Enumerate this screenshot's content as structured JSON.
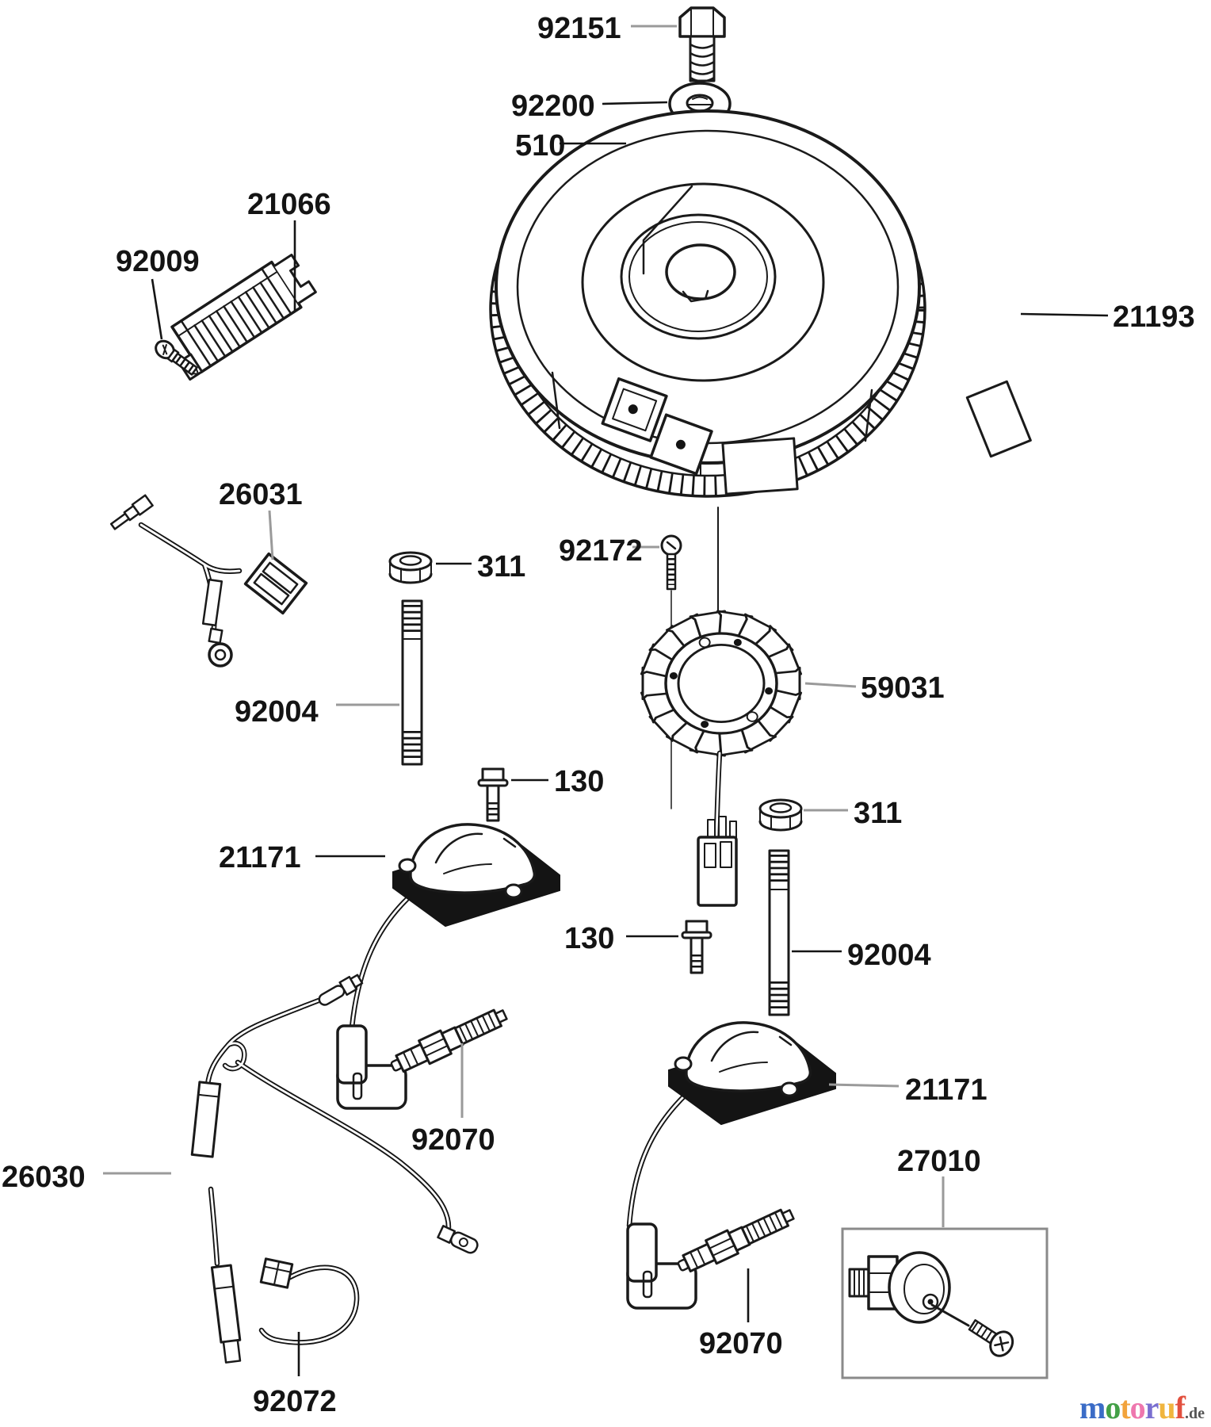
{
  "page": {
    "background": "#ffffff",
    "ink_color": "#1a1a1a",
    "leader_gray": "#9a9a9a",
    "box_border": "#8a8a8a"
  },
  "diagram": {
    "labels": {
      "bolt_92151": "92151",
      "washer_92200": "92200",
      "key_510": "510",
      "flywheel_21193": "21193",
      "screw_92009": "92009",
      "regulator_21066": "21066",
      "lead_26031": "26031",
      "nut_311_left": "311",
      "stud_92004_left": "92004",
      "bolt_130_left": "130",
      "coil_21171_left": "21171",
      "plug_92070_left": "92070",
      "screw_92172": "92172",
      "stator_59031": "59031",
      "nut_311_right": "311",
      "stud_92004_right": "92004",
      "bolt_130_right": "130",
      "coil_21171_right": "21171",
      "plug_92070_right": "92070",
      "harness_26030": "26030",
      "clamp_92072": "92072",
      "switch_27010": "27010"
    }
  },
  "watermark": {
    "letters": [
      {
        "ch": "m",
        "css": "color:#3b6cc7"
      },
      {
        "ch": "o",
        "css": "color:#43a047"
      },
      {
        "ch": "t",
        "css": "color:#f2a33c"
      },
      {
        "ch": "o",
        "css": "color:#ee77ae"
      },
      {
        "ch": "r",
        "css": "color:#7a6fd0"
      },
      {
        "ch": "u",
        "css": "color:#f0b53e"
      },
      {
        "ch": "f",
        "css": "color:#e2503e"
      }
    ],
    "suffix": ".de",
    "suffix_color": "#555555"
  }
}
